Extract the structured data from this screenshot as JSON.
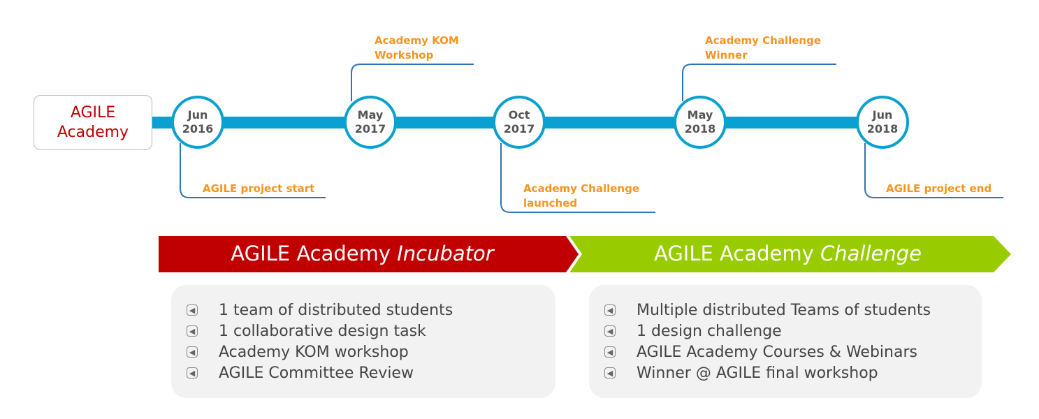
{
  "start_label": [
    "AGILE",
    "Academy"
  ],
  "milestones": [
    {
      "month": "Jun",
      "year": "2016",
      "caption": [
        "AGILE project start"
      ]
    },
    {
      "month": "May",
      "year": "2017",
      "caption": [
        "Academy KOM",
        "Workshop"
      ]
    },
    {
      "month": "Oct",
      "year": "2017",
      "caption": [
        "Academy Challenge",
        "launched"
      ]
    },
    {
      "month": "May",
      "year": "2018",
      "caption": [
        "Academy Challenge",
        "Winner"
      ]
    },
    {
      "month": "Jun",
      "year": "2018",
      "caption": [
        "AGILE project end"
      ]
    }
  ],
  "phases": [
    {
      "prefix": "AGILE Academy ",
      "name": "Incubator",
      "color": "#c00000",
      "items": [
        "1 team of distributed students",
        "1 collaborative design task",
        "Academy KOM workshop",
        "AGILE Committee Review"
      ]
    },
    {
      "prefix": "AGILE Academy ",
      "name": "Challenge",
      "color": "#99cc00",
      "items": [
        "Multiple distributed Teams of students",
        "1 design challenge",
        "AGILE Academy Courses & Webinars",
        "Winner @ AGILE final workshop"
      ]
    }
  ],
  "colors": {
    "timeline": "#0aa0d0",
    "caption": "#f7941d",
    "callout": "#2e75b6"
  }
}
